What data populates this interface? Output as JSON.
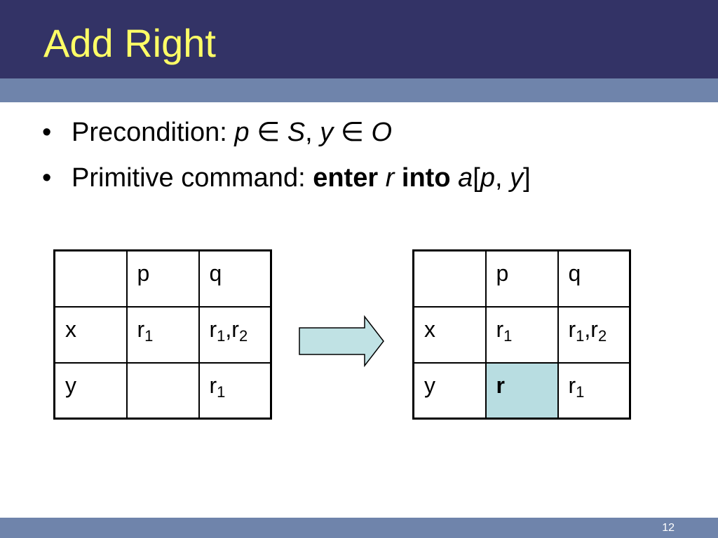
{
  "slide": {
    "title": "Add Right",
    "page_number": "12"
  },
  "bullets": {
    "bullet_glyph": "•",
    "b1": {
      "label": "Precondition: ",
      "p": "p",
      "in1": " ∈ ",
      "S": "S",
      "comma": ", ",
      "y": "y",
      "in2": " ∈ ",
      "O": "O"
    },
    "b2": {
      "label": "Primitive command: ",
      "enter": "enter",
      "r": "r",
      "into": "into",
      "a": "a",
      "lb": "[",
      "p": "p",
      "comma": ", ",
      "y": "y",
      "rb": "]"
    }
  },
  "matrix_before": {
    "header": [
      "",
      "p",
      "q"
    ],
    "row_x": {
      "label": "x",
      "p_base": "r",
      "p_sub": "1",
      "q_b1": "r",
      "q_s1": "1",
      "q_sep": ",",
      "q_b2": "r",
      "q_s2": "2"
    },
    "row_y": {
      "label": "y",
      "p": "",
      "q_base": "r",
      "q_sub": "1"
    }
  },
  "matrix_after": {
    "header": [
      "",
      "p",
      "q"
    ],
    "row_x": {
      "label": "x",
      "p_base": "r",
      "p_sub": "1",
      "q_b1": "r",
      "q_s1": "1",
      "q_sep": ",",
      "q_b2": "r",
      "q_s2": "2"
    },
    "row_y": {
      "label": "y",
      "p": "r",
      "q_base": "r",
      "q_sub": "1"
    }
  },
  "colors": {
    "title_bar": "#333366",
    "title_text": "#ffff66",
    "accent_bar": "#6f84ab",
    "highlight_cell": "#b8dde1",
    "arrow_fill": "#c0e2e4"
  },
  "icons": {
    "transition_arrow": "right-arrow-icon"
  }
}
